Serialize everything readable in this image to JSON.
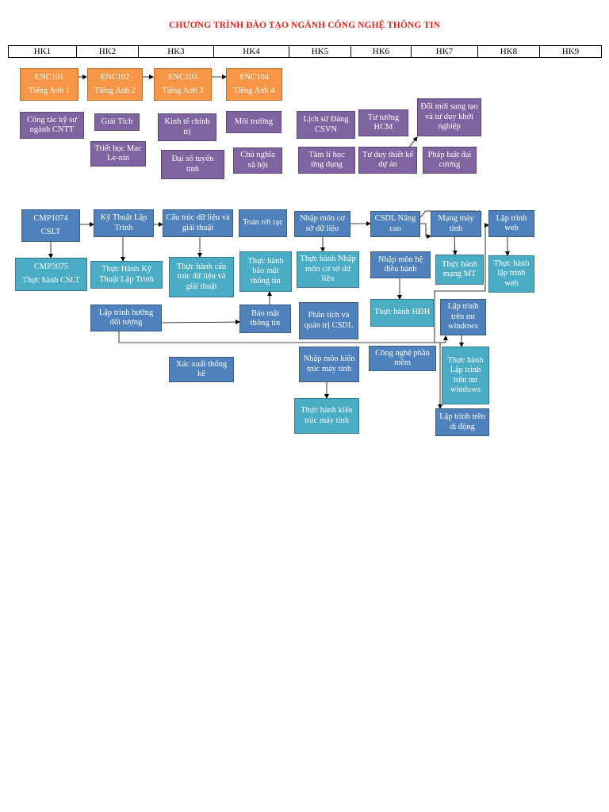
{
  "title": "CHƯƠNG TRÌNH ĐÀO TẠO NGÀNH CÔNG NGHỆ THÔNG TIN",
  "semesters": [
    "HK1",
    "HK2",
    "HK3",
    "HK4",
    "HK5",
    "HK6",
    "HK7",
    "HK8",
    "HK9"
  ],
  "english": [
    {
      "code": "ENC101",
      "name": "Tiếng Anh 1"
    },
    {
      "code": "ENC102",
      "name": "Tiếng Anh 2"
    },
    {
      "code": "ENC103",
      "name": "Tiếng Anh 3"
    },
    {
      "code": "ENC104",
      "name": "Tiếng Anh 4"
    }
  ],
  "general": {
    "cong_tac": "Công tác kỹ sư ngành CNTT",
    "giai_tich": "Giải Tích",
    "triet_hoc": "Triết học Mac Le-nin",
    "kinh_te": "Kinh tế chính trị",
    "dai_so": "Đại số tuyến tính",
    "moi_truong": "Môi trường",
    "chu_nghia": "Chủ nghĩa xã hội",
    "lich_su": "Lịch sử Đảng CSVN",
    "tam_li": "Tâm lí học ứng dụng",
    "tu_tuong": "Tư tưởng HCM",
    "tu_duy": "Tư duy thiết kế dự án",
    "doi_moi": "Đổi mới sang tạo và tư duy khởi nghiệp",
    "phap_luat": "Pháp luật đại cương"
  },
  "major": {
    "cmp1074_code": "CMP1074",
    "cmp1074_name": "CSLT",
    "cmp3075_code": "CMP3075",
    "cmp3075_name": "Thực hành CSLT",
    "ktlt": "Kỹ Thuật Lập Trình",
    "th_ktlt": "Thực Hành Kỹ Thuật Lập Trình",
    "oop": "Lập trình hướng đối tượng",
    "ctdl": "Cấu trúc dữ liệu và giải thuật",
    "th_ctdl": "Thực hành cấu trúc dữ liệu và giải thuật",
    "xac_suat": "Xác xuất thống kê",
    "toan_roi_rac": "Toán rời rạc",
    "th_bao_mat": "Thực hành bảo mật thông tin",
    "bao_mat": "Bảo mật thông tin",
    "csdl": "Nhập môn cơ sở dữ liệu",
    "th_csdl": "Thực hành Nhập môn cơ sở dữ liệu",
    "pt_csdl": "Phân tích và quản trị CSDL",
    "kien_truc": "Nhập môn kiến trúc máy tính",
    "th_kien_truc": "Thực hành kiến trúc máy tính",
    "csdl_nc": "CSDL Nâng cao",
    "hdh": "Nhập môn hệ điều hành",
    "th_hdh": "Thực hành HĐH",
    "cnpm": "Công nghệ phần mềm",
    "mang": "Mạng máy tính",
    "th_mang": "Thực hành mạng MT",
    "lt_windows": "Lập trình trên mt windows",
    "th_windows": "Thực hành Lập trình trên mt windows",
    "di_dong": "Lập trình trên di động",
    "web": "Lập trình web",
    "th_web": "Thực hành lập trình web"
  },
  "colors": {
    "title": "#e2231a",
    "english": "#f79646",
    "general": "#8064a2",
    "major": "#4f81bd",
    "practice": "#4bacc6"
  }
}
